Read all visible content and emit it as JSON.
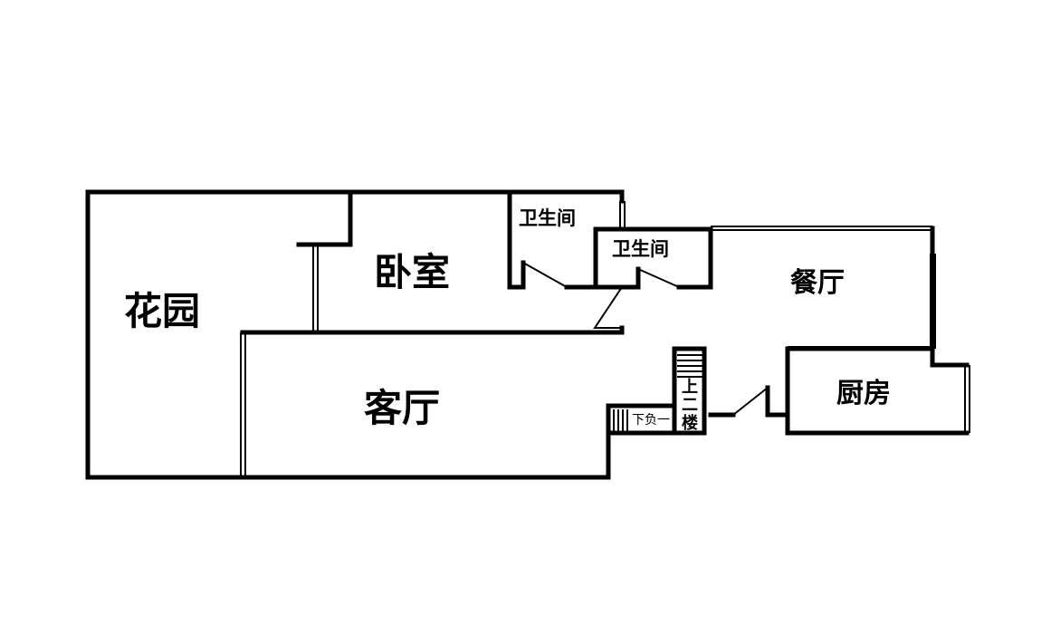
{
  "rooms": {
    "garden": "花园",
    "bedroom": "卧室",
    "bathroom_1": "卫生间",
    "bathroom_2": "卫生间",
    "dining": "餐厅",
    "living": "客厅",
    "kitchen": "厨房"
  },
  "stairs": {
    "up": "上二楼",
    "down": "下负一"
  }
}
